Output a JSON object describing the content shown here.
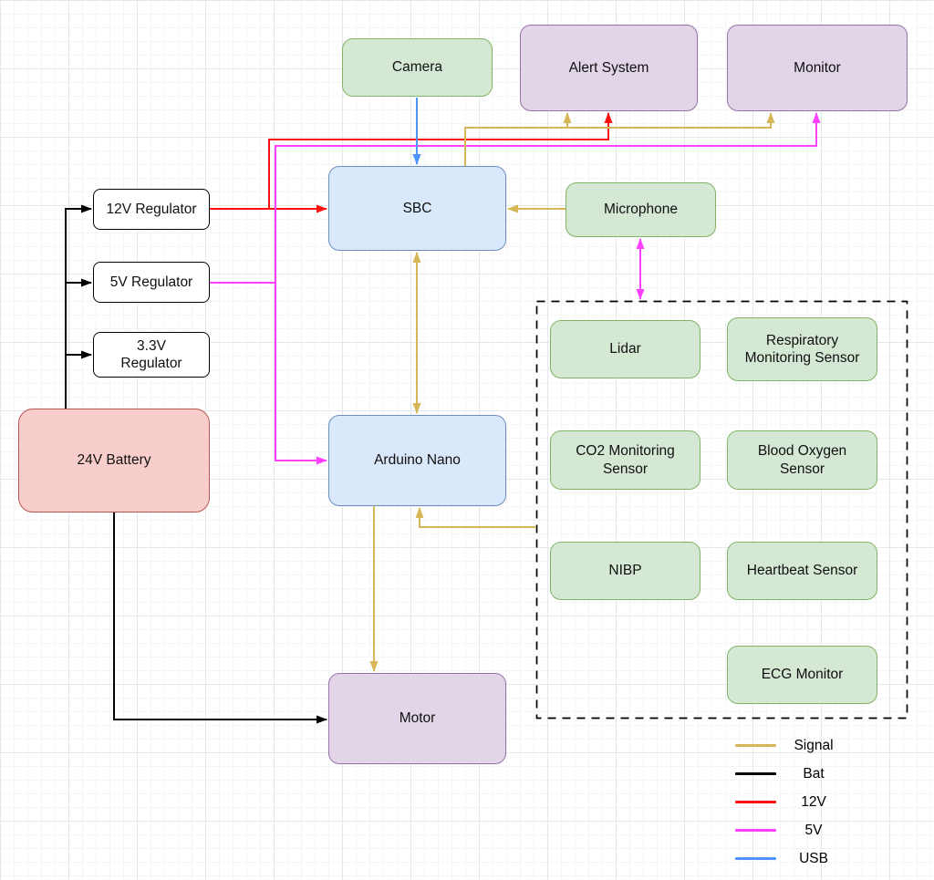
{
  "diagram": {
    "nodes": {
      "camera": {
        "label": "Camera"
      },
      "alert_system": {
        "label": "Alert System"
      },
      "monitor": {
        "label": "Monitor"
      },
      "sbc": {
        "label": "SBC"
      },
      "microphone": {
        "label": "Microphone"
      },
      "regulator_12v": {
        "label": "12V Regulator"
      },
      "regulator_5v": {
        "label": "5V Regulator"
      },
      "regulator_3v3": {
        "label": "3.3V\nRegulator"
      },
      "battery": {
        "label": "24V Battery"
      },
      "arduino": {
        "label": "Arduino Nano"
      },
      "motor": {
        "label": "Motor"
      },
      "lidar": {
        "label": "Lidar"
      },
      "respiratory": {
        "label": "Respiratory Monitoring Sensor"
      },
      "co2": {
        "label": "CO2 Monitoring Sensor"
      },
      "blood_oxygen": {
        "label": "Blood Oxygen Sensor"
      },
      "nibp": {
        "label": "NIBP"
      },
      "heartbeat": {
        "label": "Heartbeat Sensor"
      },
      "ecg": {
        "label": "ECG Monitor"
      }
    },
    "legend": {
      "signal": "Signal",
      "bat": "Bat",
      "v12": "12V",
      "v5": "5V",
      "usb": "USB"
    },
    "colors": {
      "c-signal": "#d6b656",
      "c-bat": "#000000",
      "c-12v": "#ff0f0f",
      "c-5v": "#ff40ff",
      "c-usb": "#4d94ff",
      "c-green-fill": "#d5e8d4",
      "c-green-stroke": "#82b366",
      "c-purple-fill": "#e1d5e7",
      "c-purple-stroke": "#9673a6",
      "c-blue-fill": "#dae8fc",
      "c-blue-stroke": "#6c8ebf",
      "c-red-fill": "#f8cecc",
      "c-red-stroke": "#b85450"
    }
  }
}
